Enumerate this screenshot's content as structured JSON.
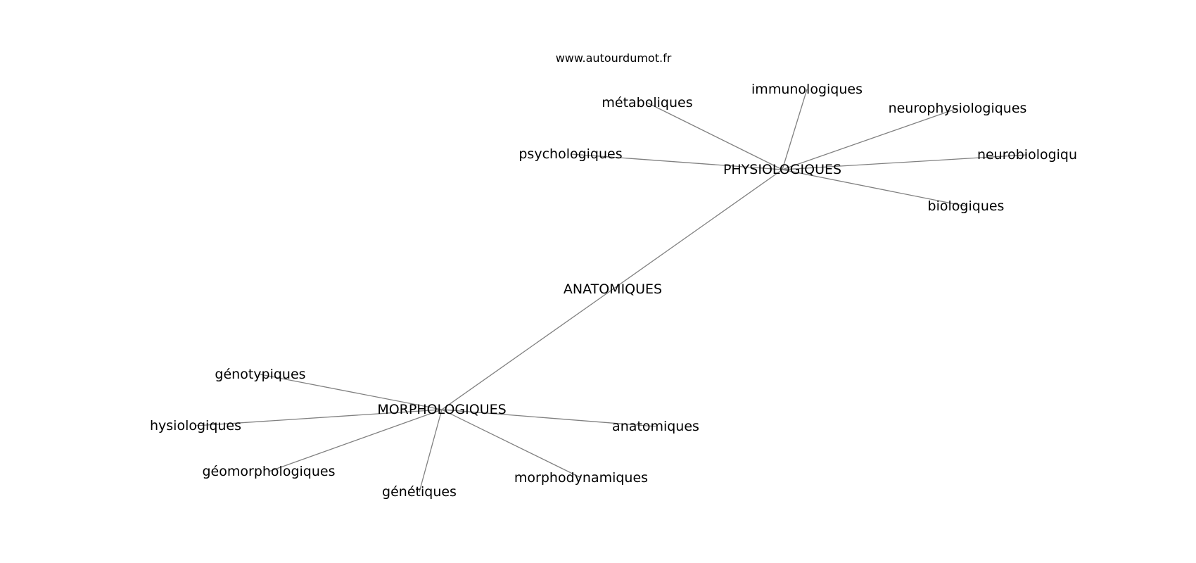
{
  "watermark": "www.autourdumot.fr",
  "graph": {
    "nodes": [
      {
        "id": "anatomiques_center",
        "label": "ANATOMIQUES"
      },
      {
        "id": "physiologiques",
        "label": "PHYSIOLOGIQUES"
      },
      {
        "id": "morphologiques",
        "label": "MORPHOLOGIQUES"
      },
      {
        "id": "metaboliques",
        "label": "métaboliques"
      },
      {
        "id": "immunologiques",
        "label": "immunologiques"
      },
      {
        "id": "neurophysiologiques",
        "label": "neurophysiologiques"
      },
      {
        "id": "psychologiques",
        "label": "psychologiques"
      },
      {
        "id": "neurobiologiqu",
        "label": "neurobiologiqu"
      },
      {
        "id": "biologiques",
        "label": "biologiques"
      },
      {
        "id": "genotypiques",
        "label": "génotypiques"
      },
      {
        "id": "hysiologiques",
        "label": "hysiologiques"
      },
      {
        "id": "geomorphologiques",
        "label": "géomorphologiques"
      },
      {
        "id": "genetiques",
        "label": "génétiques"
      },
      {
        "id": "morphodynamiques",
        "label": "morphodynamiques"
      },
      {
        "id": "anatomiques_leaf",
        "label": "anatomiques"
      }
    ],
    "edges": [
      [
        "anatomiques_center",
        "physiologiques"
      ],
      [
        "anatomiques_center",
        "morphologiques"
      ],
      [
        "physiologiques",
        "metaboliques"
      ],
      [
        "physiologiques",
        "immunologiques"
      ],
      [
        "physiologiques",
        "neurophysiologiques"
      ],
      [
        "physiologiques",
        "psychologiques"
      ],
      [
        "physiologiques",
        "neurobiologiqu"
      ],
      [
        "physiologiques",
        "biologiques"
      ],
      [
        "morphologiques",
        "genotypiques"
      ],
      [
        "morphologiques",
        "hysiologiques"
      ],
      [
        "morphologiques",
        "geomorphologiques"
      ],
      [
        "morphologiques",
        "genetiques"
      ],
      [
        "morphologiques",
        "morphodynamiques"
      ],
      [
        "morphologiques",
        "anatomiques_leaf"
      ]
    ]
  }
}
